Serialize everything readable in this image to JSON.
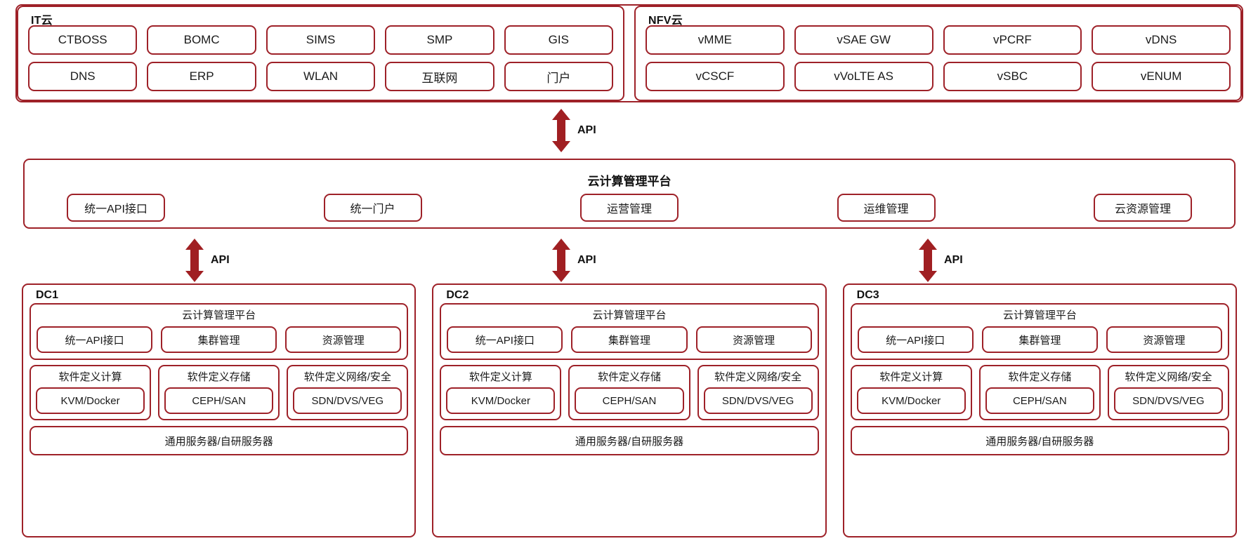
{
  "theme": {
    "line_color": "#9e2128",
    "arrow_color": "#a01f22",
    "text_color": "#1a1a1a",
    "background": "#ffffff"
  },
  "top": {
    "it_cloud": {
      "title": "IT云",
      "row1": [
        "CTBOSS",
        "BOMC",
        "SIMS",
        "SMP",
        "GIS"
      ],
      "row2": [
        "DNS",
        "ERP",
        "WLAN",
        "互联网",
        "门户"
      ]
    },
    "nfv_cloud": {
      "title": "NFV云",
      "row1": [
        "vMME",
        "vSAE GW",
        "vPCRF",
        "vDNS"
      ],
      "row2": [
        "vCSCF",
        "vVoLTE AS",
        "vSBC",
        "vENUM"
      ]
    }
  },
  "arrows": {
    "top": {
      "label": "API"
    },
    "dc1": {
      "label": "API"
    },
    "dc2": {
      "label": "API"
    },
    "dc3": {
      "label": "API"
    }
  },
  "platform": {
    "title": "云计算管理平台",
    "items": [
      "统一API接口",
      "统一门户",
      "运营管理",
      "运维管理",
      "云资源管理"
    ]
  },
  "datacenters": [
    {
      "title": "DC1",
      "platform": {
        "title": "云计算管理平台",
        "items": [
          "统一API接口",
          "集群管理",
          "资源管理"
        ]
      },
      "software_defined": [
        {
          "title": "软件定义计算",
          "tech": "KVM/Docker"
        },
        {
          "title": "软件定义存储",
          "tech": "CEPH/SAN"
        },
        {
          "title": "软件定义网络/安全",
          "tech": "SDN/DVS/VEG"
        }
      ],
      "server": "通用服务器/自研服务器"
    },
    {
      "title": "DC2",
      "platform": {
        "title": "云计算管理平台",
        "items": [
          "统一API接口",
          "集群管理",
          "资源管理"
        ]
      },
      "software_defined": [
        {
          "title": "软件定义计算",
          "tech": "KVM/Docker"
        },
        {
          "title": "软件定义存储",
          "tech": "CEPH/SAN"
        },
        {
          "title": "软件定义网络/安全",
          "tech": "SDN/DVS/VEG"
        }
      ],
      "server": "通用服务器/自研服务器"
    },
    {
      "title": "DC3",
      "platform": {
        "title": "云计算管理平台",
        "items": [
          "统一API接口",
          "集群管理",
          "资源管理"
        ]
      },
      "software_defined": [
        {
          "title": "软件定义计算",
          "tech": "KVM/Docker"
        },
        {
          "title": "软件定义存储",
          "tech": "CEPH/SAN"
        },
        {
          "title": "软件定义网络/安全",
          "tech": "SDN/DVS/VEG"
        }
      ],
      "server": "通用服务器/自研服务器"
    }
  ]
}
